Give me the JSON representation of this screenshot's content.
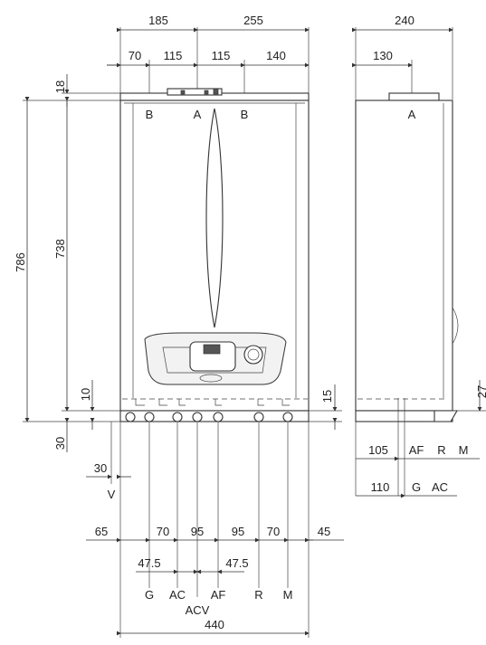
{
  "front_view": {
    "top_dims": [
      "185",
      "255"
    ],
    "top_sub_dims": [
      "70",
      "115",
      "115",
      "140"
    ],
    "top_letters": [
      "B",
      "A",
      "B"
    ],
    "left_dims": [
      "18",
      "786",
      "738",
      "10",
      "30"
    ],
    "right_small_dim": "15",
    "v_dim": "30",
    "v_label": "V",
    "bottom_dims": [
      "65",
      "70",
      "95",
      "95",
      "70",
      "45"
    ],
    "half_dims": [
      "47.5",
      "47.5"
    ],
    "pipe_labels": [
      "G",
      "AC",
      "AF",
      "R",
      "M"
    ],
    "acv_label": "ACV",
    "width_dim": "440"
  },
  "side_view": {
    "depth_dim": "240",
    "a_offset": "130",
    "a_label": "A",
    "right_dim": "27",
    "row1_dim": "105",
    "row1_labels": [
      "AF",
      "R",
      "M"
    ],
    "row2_dim": "110",
    "row2_labels": [
      "G",
      "AC"
    ]
  }
}
